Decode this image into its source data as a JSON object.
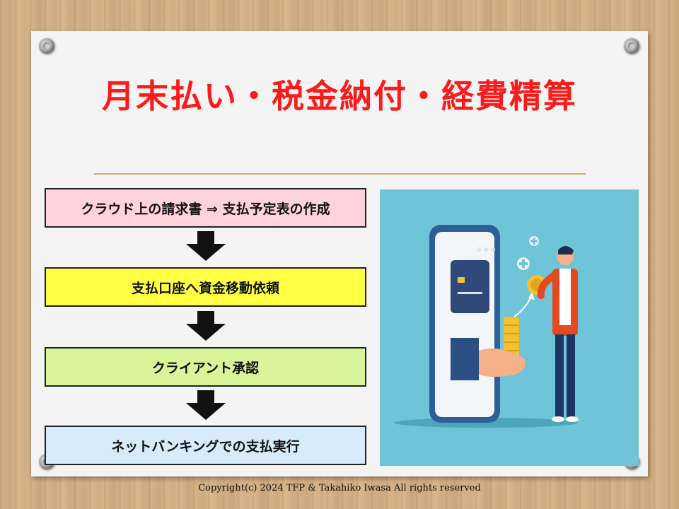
{
  "title": "月末払い・税金納付・経費精算",
  "steps": [
    {
      "label": "クラウド上の請求書 ⇒ 支払予定表の作成",
      "color": "#ffd2dc"
    },
    {
      "label": "支払口座へ資金移動依頼",
      "color": "#ffff44"
    },
    {
      "label": "クライアント承認",
      "color": "#d8f59a"
    },
    {
      "label": "ネットバンキングでの支払実行",
      "color": "#d6ecfb"
    }
  ],
  "illustration": {
    "subject": "phone-payment-illustration",
    "background": "#6fc4d8"
  },
  "footer": "Copyright(c) 2024 TFP & Takahiko Iwasa All rights reserved"
}
